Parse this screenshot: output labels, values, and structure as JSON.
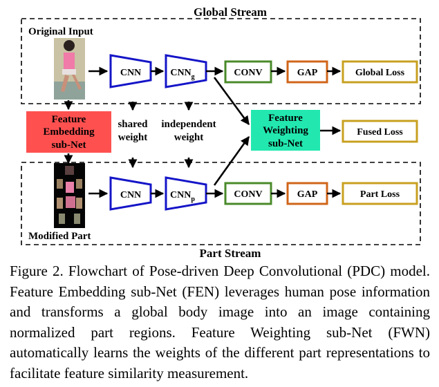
{
  "diagram": {
    "global_stream_title": "Global Stream",
    "part_stream_title": "Part Stream",
    "original_input_label": "Original Input",
    "modified_part_label": "Modified Part",
    "fen_box": [
      "Feature",
      "Embedding",
      "sub-Net"
    ],
    "shared_weight_label": [
      "shared",
      "weight"
    ],
    "independent_weight_label": [
      "independent",
      "weight"
    ],
    "cnn_label": "CNN",
    "cnn_g_label": "CNN",
    "cnn_g_sub": "g",
    "cnn_p_label": "CNN",
    "cnn_p_sub": "p",
    "conv_label": "CONV",
    "gap_label": "GAP",
    "global_loss_label": "Global Loss",
    "part_loss_label": "Part Loss",
    "fwn_box": [
      "Feature",
      "Weighting",
      "sub-Net"
    ],
    "fused_loss_label": "Fused Loss",
    "colors": {
      "cnn_stroke": "#1515c8",
      "conv_stroke": "#4a8a2a",
      "gap_stroke": "#d0651a",
      "loss_stroke": "#c8a020",
      "fen_fill": "#ff5050",
      "fwn_fill": "#22e8b0"
    }
  },
  "caption": "Figure 2. Flowchart of Pose-driven Deep Convolutional (PDC) model. Feature Embedding sub-Net (FEN) leverages human pose information and transforms a global body image into an image containing normalized part regions. Feature Weighting sub-Net (FWN) automatically learns the weights of the different part representations to facilitate feature similarity measurement."
}
